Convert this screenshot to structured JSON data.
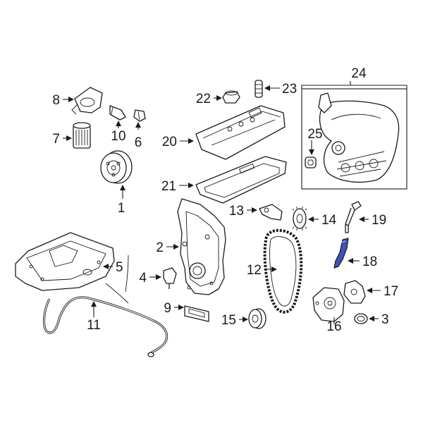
{
  "labels": {
    "p1": "1",
    "p2": "2",
    "p3": "3",
    "p4": "4",
    "p5": "5",
    "p6": "6",
    "p7": "7",
    "p8": "8",
    "p9": "9",
    "p10": "10",
    "p11": "11",
    "p12": "12",
    "p13": "13",
    "p14": "14",
    "p15": "15",
    "p16": "16",
    "p17": "17",
    "p18": "18",
    "p19": "19",
    "p20": "20",
    "p21": "21",
    "p22": "22",
    "p23": "23",
    "p24": "24",
    "p25": "25"
  },
  "highlight_color": "#3b53b8",
  "highlighted_part": "18"
}
